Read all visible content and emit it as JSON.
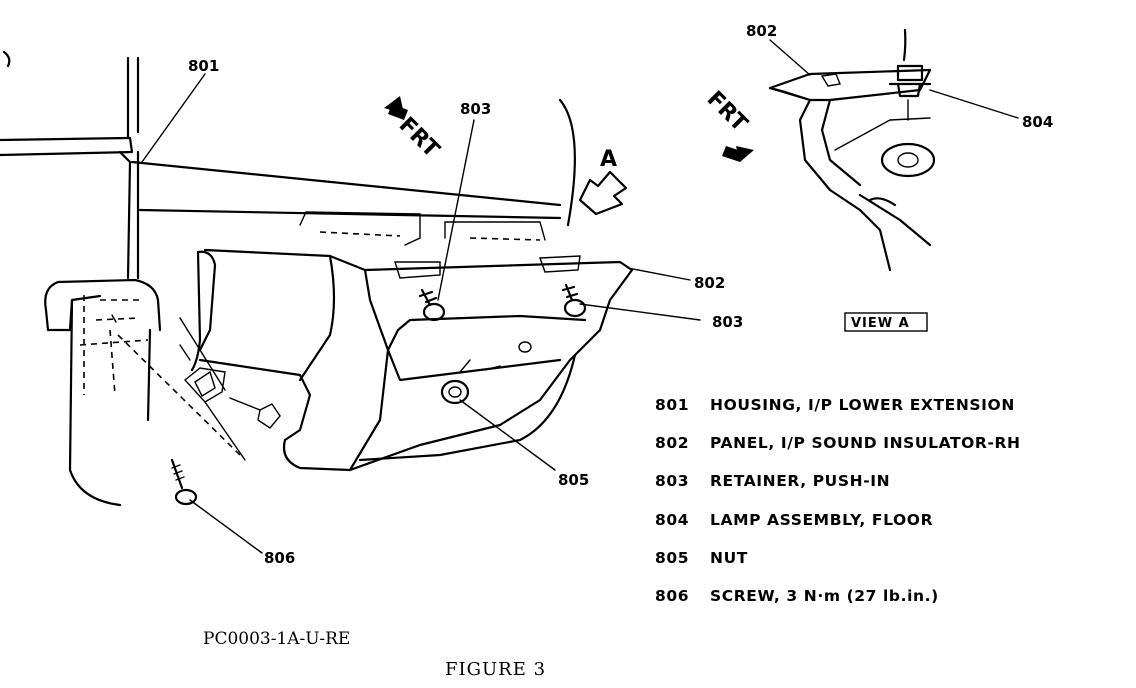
{
  "callouts": {
    "c801": "801",
    "c802_main": "802",
    "c803_top": "803",
    "c803_right": "803",
    "c805": "805",
    "c806": "806",
    "c802_view": "802",
    "c804": "804"
  },
  "direction_labels": {
    "frt_main": "FRT",
    "frt_view": "FRT",
    "view_arrow": "A"
  },
  "view_label": "VIEW A",
  "legend": [
    {
      "num": "801",
      "desc": "HOUSING, I/P LOWER EXTENSION"
    },
    {
      "num": "802",
      "desc": "PANEL, I/P SOUND INSULATOR-RH"
    },
    {
      "num": "803",
      "desc": "RETAINER, PUSH-IN"
    },
    {
      "num": "804",
      "desc": "LAMP ASSEMBLY, FLOOR"
    },
    {
      "num": "805",
      "desc": "NUT"
    },
    {
      "num": "806",
      "desc": "SCREW, 3 N·m (27 lb.in.)"
    }
  ],
  "drawing_code": "PC0003-1A-U-RE",
  "figure_caption": "FIGURE 3"
}
